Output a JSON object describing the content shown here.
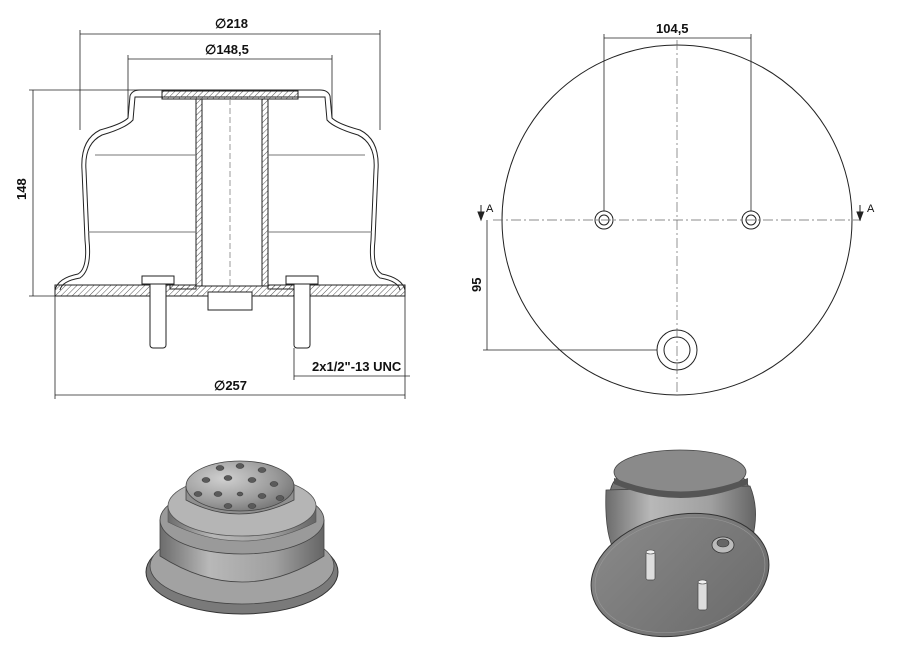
{
  "drawing": {
    "side_view": {
      "dim_top_diameter": "∅218",
      "dim_plate_diameter": "∅148,5",
      "dim_height": "148",
      "dim_base_diameter": "∅257",
      "thread_note": "2x1/2\"-13 UNC"
    },
    "top_view": {
      "dim_hole_spacing": "104,5",
      "dim_offset": "95",
      "section_marker_left": "A",
      "section_marker_right": "A"
    }
  },
  "colors": {
    "line": "#222222",
    "hatch": "#555555",
    "centerline": "#666666",
    "render_body": "#8f8f8f",
    "render_dark": "#5e5e5e",
    "render_light": "#c4c4c4"
  }
}
